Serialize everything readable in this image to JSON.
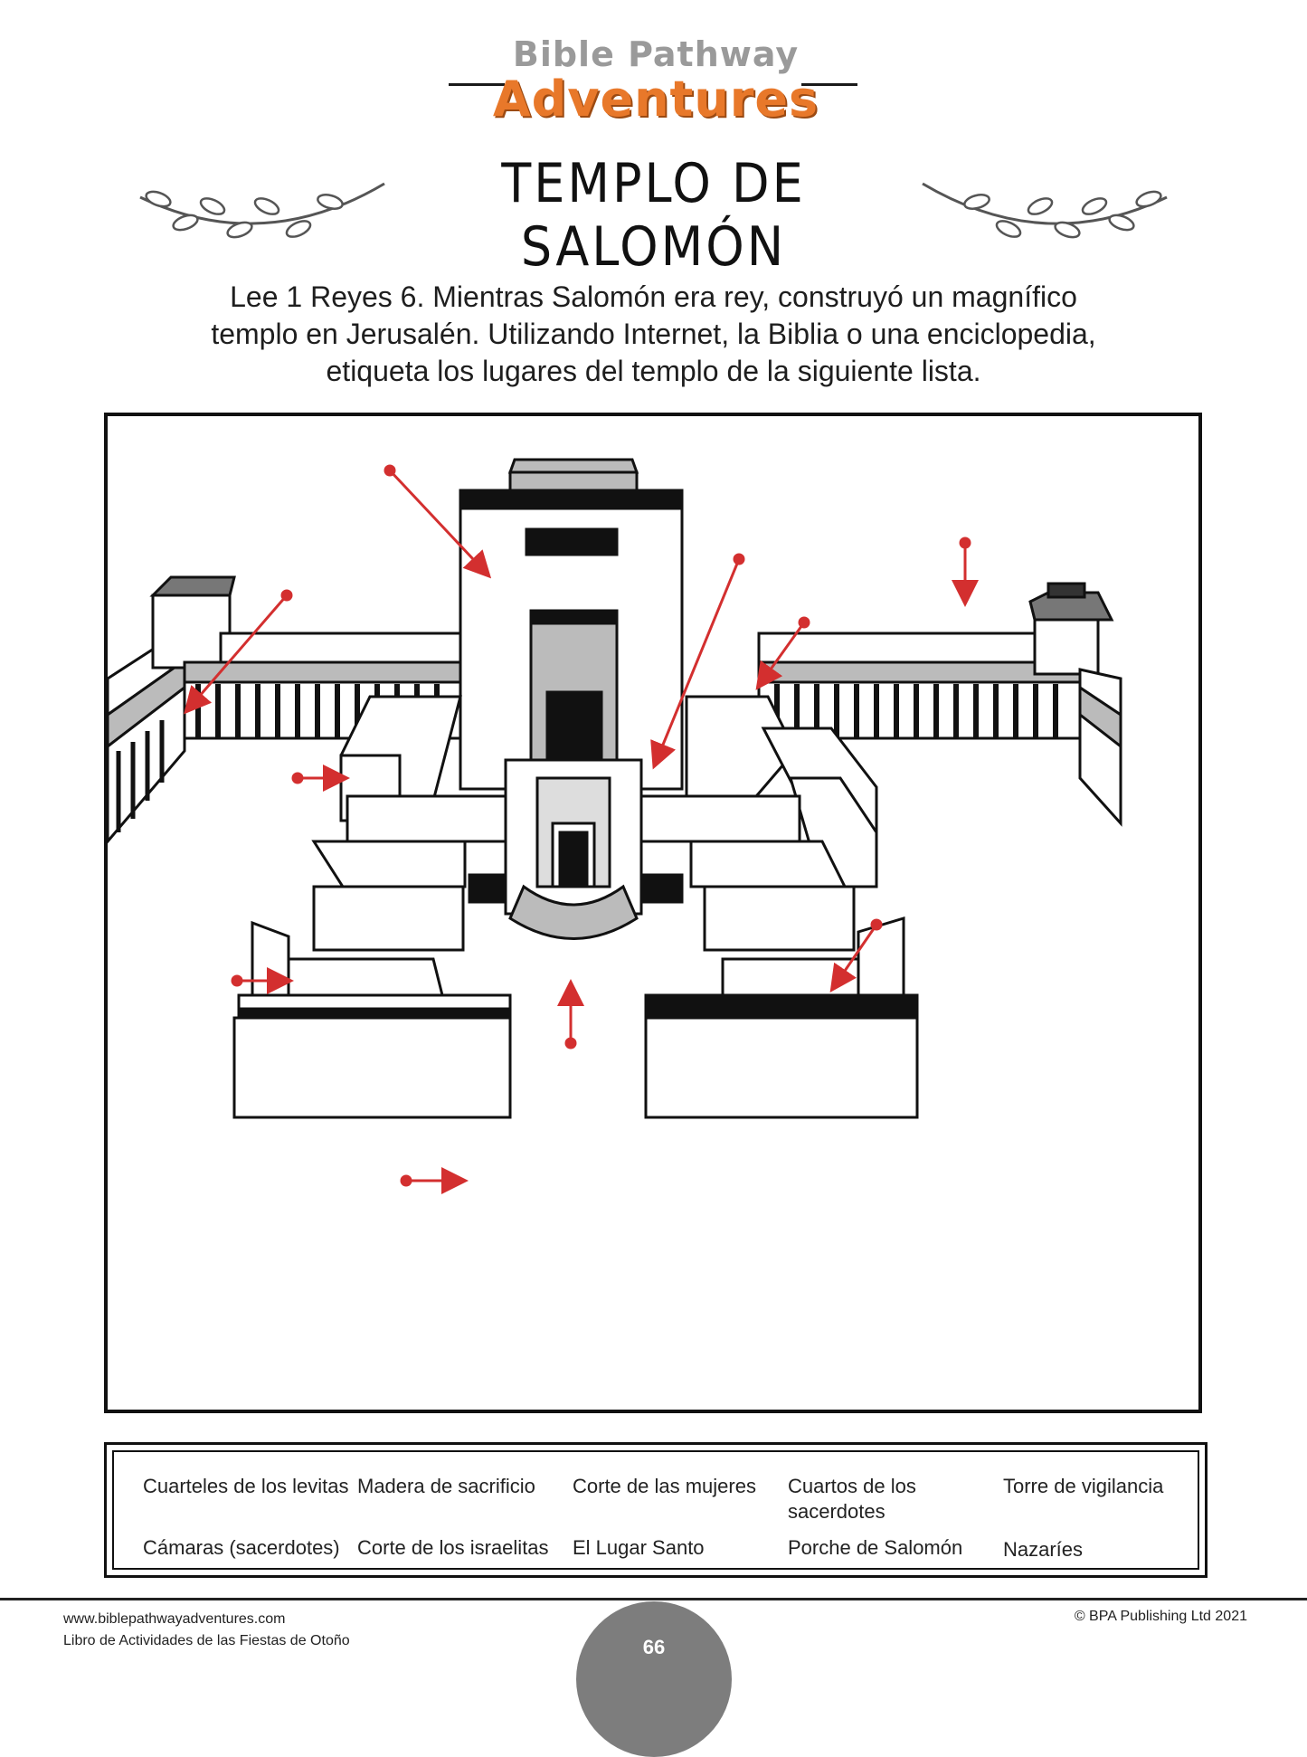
{
  "logo": {
    "top": "Bible Pathway",
    "main": "Adventures"
  },
  "title": "TEMPLO DE SALOMÓN",
  "intro": [
    "Lee 1 Reyes 6. Mientras Salomón era rey, construyó un magnífico",
    "templo en Jerusalén. Utilizando Internet, la Biblia o una enciclopedia,",
    "etiqueta los lugares del templo de la siguiente lista."
  ],
  "word_bank": {
    "row1": [
      "Cuarteles de los levitas",
      "Madera de sacrificio",
      "Corte de las mujeres",
      "Cuartos de los sacerdotes",
      "Torre de vigilancia"
    ],
    "row2": [
      "Cámaras (sacerdotes)",
      "Corte de los israelitas",
      "El Lugar Santo",
      "Porche de Salomón",
      "Nazaríes"
    ]
  },
  "footer": {
    "url": "www.biblepathwayadventures.com",
    "book": "Libro de Actividades de las Fiestas de Otoño",
    "copyright": "© BPA Publishing Ltd 2021",
    "page": "66"
  },
  "colors": {
    "accent": "#e8782a",
    "arrow": "#d32f2f",
    "page_circle": "#7d7d7d"
  }
}
